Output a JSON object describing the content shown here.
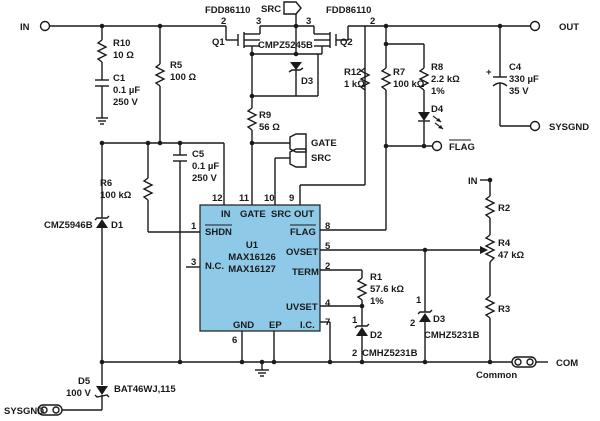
{
  "colors": {
    "ic_fill": "#8ecae8",
    "wire": "#1a1a1a",
    "led_accent": "#1a1a1a"
  },
  "ports": {
    "in": "IN",
    "out": "OUT",
    "sysgnd_right": "SYSGND",
    "sysgnd_left": "SYSGND",
    "com": "COM",
    "src": "SRC",
    "gate": "GATE",
    "src_tag": "SRC",
    "flag": "FLAG",
    "in_pot": "IN",
    "common": "Common"
  },
  "ic": {
    "ref": "U1",
    "part1": "MAX16126",
    "part2": "MAX16127",
    "pin_in": "IN",
    "pin_gate": "GATE",
    "pin_src": "SRC",
    "pin_out": "OUT",
    "pin_shdn": "SHDN",
    "pin_nc": "N.C.",
    "pin_flag": "FLAG",
    "pin_ovset": "OVSET",
    "pin_term": "TERM",
    "pin_uvset": "UVSET",
    "pin_gnd": "GND",
    "pin_ep": "EP",
    "pin_ic": "I.C.",
    "n12": "12",
    "n11": "11",
    "n10": "10",
    "n9": "9",
    "n1": "1",
    "n3": "3",
    "n8": "8",
    "n5": "5",
    "n2": "2",
    "n4": "4",
    "n7": "7",
    "n6": "6"
  },
  "mosfets": {
    "q1_part": "FDD86110",
    "q1_ref": "Q1",
    "q2_part": "FDD86110",
    "q2_ref": "Q2",
    "q1_pin2": "2",
    "q1_pin3": "3",
    "q2_pin3": "3",
    "q2_pin2": "2",
    "zener_part": "CMPZ5245B",
    "zener_ref": "D3"
  },
  "components": {
    "r10_ref": "R10",
    "r10_val": "10 Ω",
    "c1_ref": "C1",
    "c1_val1": "0.1 µF",
    "c1_val2": "250 V",
    "r5_ref": "R5",
    "r5_val": "100 Ω",
    "r9_ref": "R9",
    "r9_val": "56 Ω",
    "r12_ref": "R12",
    "r12_val": "1 kΩ",
    "r7_ref": "R7",
    "r7_val": "100 kΩ",
    "r8_ref": "R8",
    "r8_val1": "2.2 kΩ",
    "r8_val2": "1%",
    "d4_ref": "D4",
    "c4_ref": "C4",
    "c4_val1": "330 µF",
    "c4_val2": "35 V",
    "c5_ref": "C5",
    "c5_val1": "0.1 µF",
    "c5_val2": "250 V",
    "r6_ref": "R6",
    "r6_val": "100 kΩ",
    "d1_part": "CMZ5946B",
    "d1_ref": "D1",
    "r1_ref": "R1",
    "r1_val1": "57.6 kΩ",
    "r1_val2": "1%",
    "d2_ref": "D2",
    "d2_part": "CMHZ5231B",
    "d2_p1": "1",
    "d2_p2": "2",
    "d3b_ref": "D3",
    "d3b_part": "CMHZ5231B",
    "d3b_p1": "1",
    "d3b_p2": "2",
    "r2_ref": "R2",
    "r3_ref": "R3",
    "r4_ref": "R4",
    "r4_val": "47 kΩ",
    "d5_ref": "D5",
    "d5_val": "100 V",
    "d5_part": "BAT46WJ,115"
  }
}
